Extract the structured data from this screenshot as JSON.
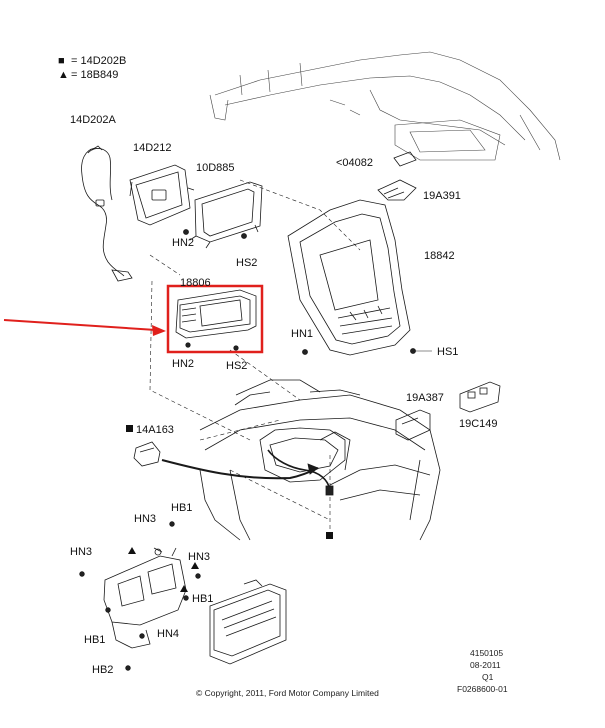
{
  "legend": {
    "square_symbol": "■",
    "square_text": "= 14D202B",
    "triangle_symbol": "▲",
    "triangle_text": "= 18B849"
  },
  "parts": {
    "p14D202A": "14D202A",
    "p14D212": "14D212",
    "p10D885": "10D885",
    "p04082": "<04082",
    "p19A391": "19A391",
    "p18842": "18842",
    "p18806": "18806",
    "p19A387": "19A387",
    "p19C149": "19C149",
    "p14A163": "14A163"
  },
  "hardware": {
    "hn2_top": "HN2",
    "hs2_top": "HS2",
    "hn2_mid": "HN2",
    "hs2_mid": "HS2",
    "hn1": "HN1",
    "hs1": "HS1",
    "hb1_top": "HB1",
    "hn3_top": "HN3",
    "hn3_left": "HN3",
    "hn3_right": "HN3",
    "hb1_right": "HB1",
    "hn4": "HN4",
    "hb1_left": "HB1",
    "hb2": "HB2"
  },
  "footer": {
    "copyright": "© Copyright, 2011, Ford Motor Company Limited",
    "code_1": "4150105",
    "code_2": "08-2011",
    "code_3": "Q1",
    "code_4": "F0268600-01"
  },
  "colors": {
    "highlight": "#e0201c",
    "line": "#1a1a1a"
  }
}
